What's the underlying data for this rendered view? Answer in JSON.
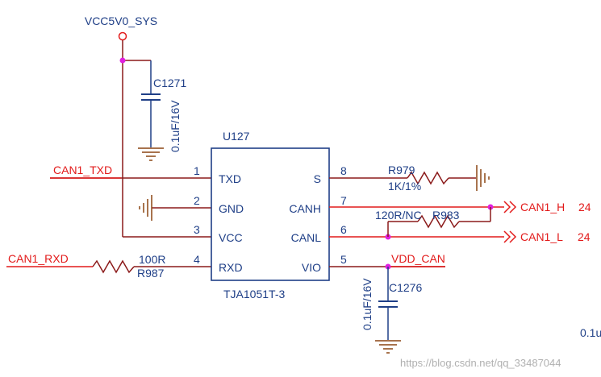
{
  "nets": {
    "vcc5v0_sys": "VCC5V0_SYS",
    "can1_txd": "CAN1_TXD",
    "can1_rxd": "CAN1_RXD",
    "vdd_can": "VDD_CAN",
    "can1_h": "CAN1_H",
    "can1_h_ref": "24",
    "can1_l": "CAN1_L",
    "can1_l_ref": "24"
  },
  "chip": {
    "ref": "U127",
    "part": "TJA1051T-3",
    "pins": [
      {
        "num": "1",
        "name": "TXD"
      },
      {
        "num": "2",
        "name": "GND"
      },
      {
        "num": "3",
        "name": "VCC"
      },
      {
        "num": "4",
        "name": "RXD"
      },
      {
        "num": "8",
        "name": "S"
      },
      {
        "num": "7",
        "name": "CANH"
      },
      {
        "num": "6",
        "name": "CANL"
      },
      {
        "num": "5",
        "name": "VIO"
      }
    ]
  },
  "components": {
    "c1271": {
      "ref": "C1271",
      "value": "0.1uF/16V"
    },
    "c1276": {
      "ref": "C1276",
      "value": "0.1uF/16V"
    },
    "r979": {
      "ref": "R979",
      "value": "1K/1%"
    },
    "r983": {
      "ref": "R983",
      "value": "120R/NC"
    },
    "r987": {
      "ref": "R987",
      "value": "100R"
    }
  },
  "cut_off_text": "0.1u",
  "watermark": "https://blog.csdn.net/qq_33487044",
  "colors": {
    "wire_red": "#e21a1a",
    "wire_dark": "#8b1a1a",
    "component_blue": "#1f3f87",
    "junction_magenta": "#e020e0",
    "ground_brown": "#8b4513"
  }
}
